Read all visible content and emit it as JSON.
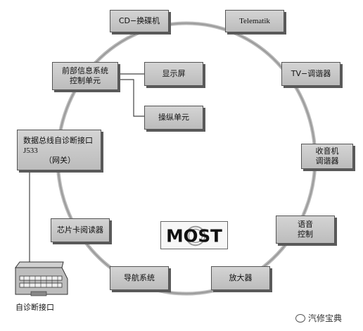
{
  "nodes": {
    "cd_changer": "CD−换碟机",
    "telematik": "Telematik",
    "front_info_control": "前部信息系统\n控制单元",
    "display": "显示屏",
    "tv_tuner": "TV−调谐器",
    "control_unit": "操纵单元",
    "gateway_line1": "数据总线自诊断接口",
    "gateway_line2": "J533",
    "gateway_line3": "（网关）",
    "radio_tuner": "收音机\n调谐器",
    "card_reader": "芯片卡阅读器",
    "voice_control": "语音\n控制",
    "navigation": "导航系统",
    "amplifier": "放大器"
  },
  "logo_text": "MOST",
  "diagnostic_port_label": "自诊断接口",
  "watermark": "汽修宝典",
  "colors": {
    "box_fill": "#c8c8c8",
    "box_shadow": "#5a5a5a",
    "ring": "#b0b0b0",
    "line": "#444444"
  }
}
